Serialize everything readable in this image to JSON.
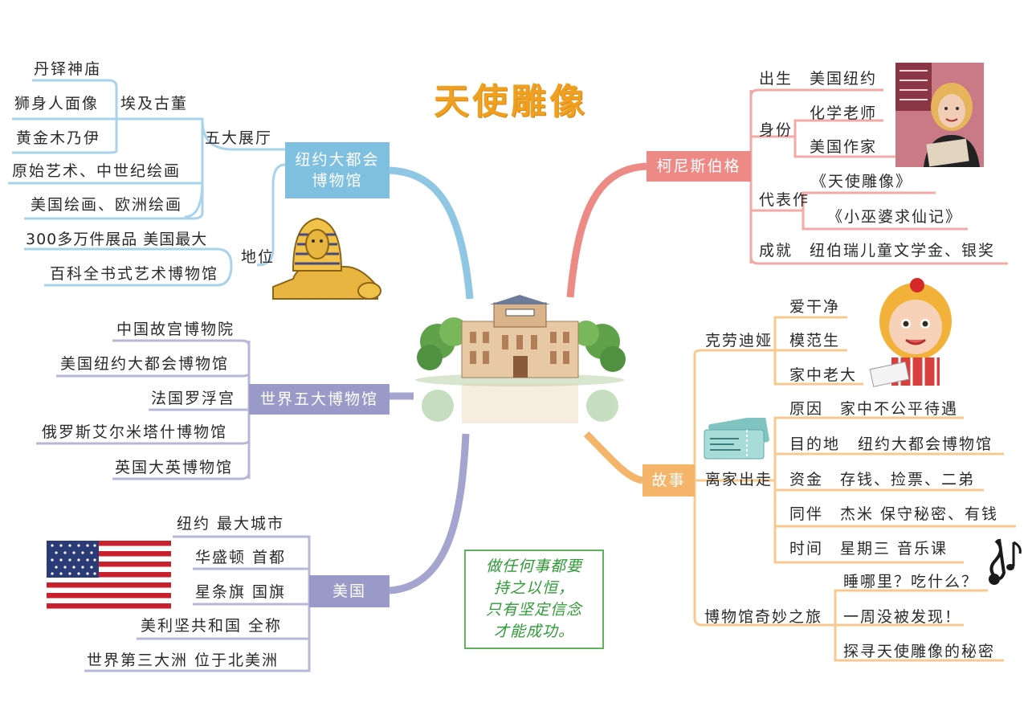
{
  "title": "天使雕像",
  "center_image": "museum-illustration",
  "colors": {
    "blue": "#7fbfdf",
    "purple": "#9a9ac8",
    "red": "#ee8a86",
    "orange": "#f4b56a",
    "title": "#f0a020",
    "motto": "#2f9a36"
  },
  "museum": {
    "label_line1": "纽约大都会",
    "label_line2": "博物馆",
    "halls": {
      "label": "五大展厅",
      "egypt": {
        "label": "埃及古董",
        "items": [
          "丹铎神庙",
          "狮身人面像",
          "黄金木乃伊"
        ]
      },
      "items": [
        "原始艺术、中世纪绘画",
        "美国绘画、欧洲绘画"
      ]
    },
    "status": {
      "label": "地位",
      "items": [
        "300多万件展品   美国最大",
        "百科全书式艺术博物馆"
      ]
    }
  },
  "world": {
    "label": "世界五大博物馆",
    "items": [
      "中国故宫博物院",
      "美国纽约大都会博物馆",
      "法国罗浮宫",
      "俄罗斯艾尔米塔什博物馆",
      "英国大英博物馆"
    ]
  },
  "usa": {
    "label": "美国",
    "items": [
      "纽约   最大城市",
      "华盛顿   首都",
      "星条旗   国旗",
      "美利坚共和国   全称",
      "世界第三大洲   位于北美洲"
    ]
  },
  "author": {
    "label": "柯尼斯伯格",
    "birth": {
      "label": "出生",
      "value": "美国纽约"
    },
    "identity": {
      "label": "身份",
      "items": [
        "化学老师",
        "美国作家"
      ]
    },
    "works": {
      "label": "代表作",
      "items": [
        "《天使雕像》",
        "《小巫婆求仙记》"
      ]
    },
    "achievement": {
      "label": "成就",
      "value": "纽伯瑞儿童文学金、银奖"
    }
  },
  "story": {
    "label": "故事",
    "claudia": {
      "label": "克劳迪娅",
      "items": [
        "爱干净",
        "模范生",
        "家中老大"
      ]
    },
    "runaway": {
      "label": "离家出走",
      "items": [
        {
          "k": "原因",
          "v": "家中不公平待遇"
        },
        {
          "k": "目的地",
          "v": "纽约大都会博物馆"
        },
        {
          "k": "资金",
          "v": "存钱、捡票、二弟"
        },
        {
          "k": "同伴",
          "v": "杰米   保守秘密、有钱"
        },
        {
          "k": "时间",
          "v": "星期三   音乐课"
        }
      ]
    },
    "journey": {
      "label": "博物馆奇妙之旅",
      "items": [
        "睡哪里？吃什么？",
        "一周没被发现！",
        "探寻天使雕像的秘密"
      ]
    }
  },
  "motto": [
    "做任何事都要",
    "持之以恒，",
    "只有坚定信念",
    "才能成功。"
  ]
}
